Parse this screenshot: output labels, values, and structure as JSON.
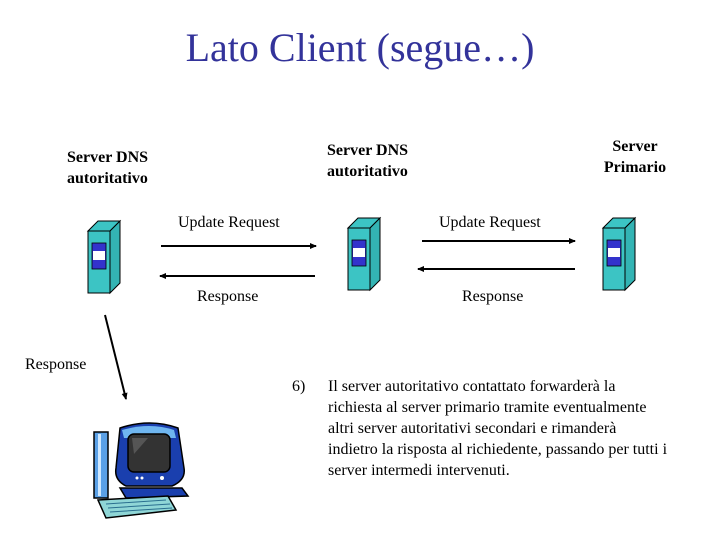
{
  "title": "Lato Client (segue…)",
  "servers": [
    {
      "id": "left",
      "line1": "Server DNS",
      "line2": "autoritativo",
      "icon": "server-tower-icon"
    },
    {
      "id": "middle",
      "line1": "Server DNS",
      "line2": "autoritativo",
      "icon": "server-tower-icon"
    },
    {
      "id": "right",
      "line1": "Server",
      "line2": "Primario",
      "icon": "server-tower-icon"
    }
  ],
  "links": [
    {
      "request_label": "Update Request",
      "response_label": "Response"
    },
    {
      "request_label": "Update Request",
      "response_label": "Response"
    }
  ],
  "client": {
    "response_label": "Response",
    "icon": "desktop-computer-icon"
  },
  "step": {
    "number": "6)",
    "text": "Il server autoritativo contattato forwarderà la richiesta al server primario tramite eventualmente altri server autoritativi secondari e rimanderà indietro la risposta al richiedente, passando per tutti i server intermedi intervenuti."
  },
  "colors": {
    "title": "#33339a",
    "server_body": "#3cc4c4",
    "server_panel": "#3333cc",
    "arrow": "#000000"
  }
}
